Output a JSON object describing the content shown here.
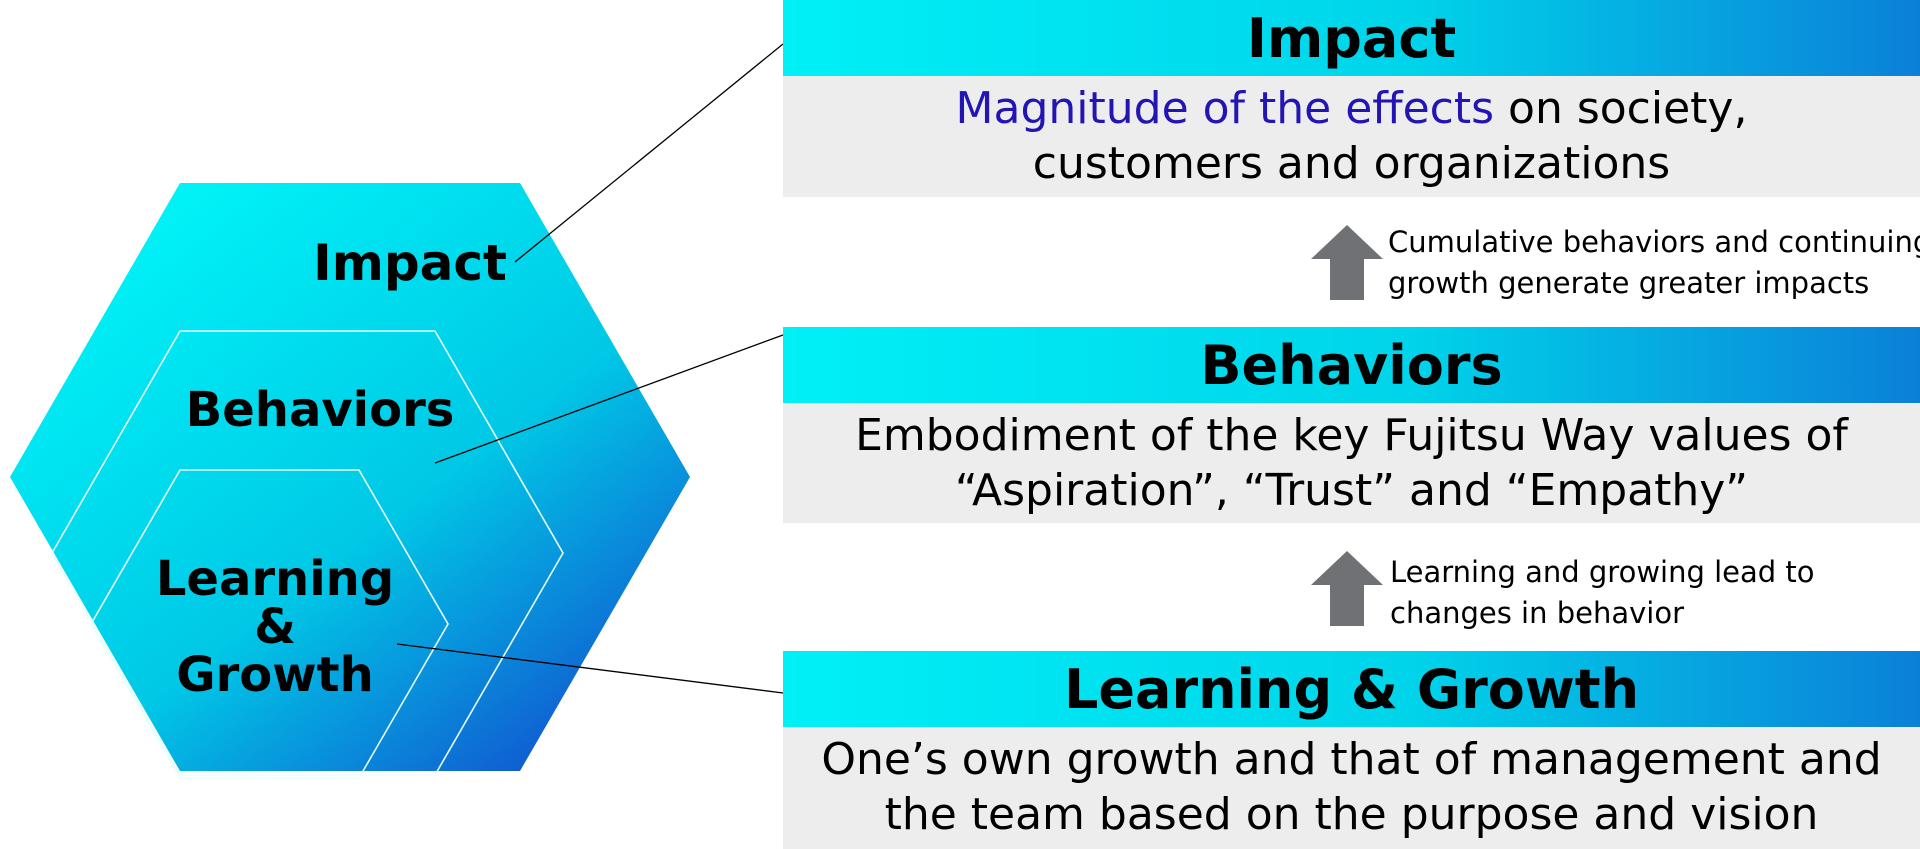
{
  "hexagon": {
    "impact_label": "Impact",
    "behaviors_label": "Behaviors",
    "learning_label_line1": "Learning",
    "learning_label_line2": "&",
    "learning_label_line3": "Growth"
  },
  "panels": {
    "impact": {
      "title": "Impact",
      "highlight": "Magnitude of the effects",
      "line1_rest": " on society,",
      "line2": "customers and organizations"
    },
    "behaviors": {
      "title": "Behaviors",
      "line1": "Embodiment of the key Fujitsu Way values of",
      "line2": "“Aspiration”, “Trust” and “Empathy”"
    },
    "learning": {
      "title": "Learning & Growth",
      "line1": "One’s own growth and that of management and",
      "line2": "the team based on the purpose and vision"
    }
  },
  "arrows": {
    "upper": {
      "line1": "Cumulative behaviors and continuing",
      "line2": "growth generate greater impacts",
      "icon": "up-arrow-icon"
    },
    "lower": {
      "line1": "Learning and growing lead to",
      "line2": "changes in behavior",
      "icon": "up-arrow-icon"
    }
  },
  "colors": {
    "gradient_start": "#00f0f6",
    "gradient_end": "#0b80d8",
    "hexagon_deep": "#1058d0",
    "panel_body": "#ededed",
    "highlight_text": "#2314b4",
    "arrow": "#6f7175"
  }
}
